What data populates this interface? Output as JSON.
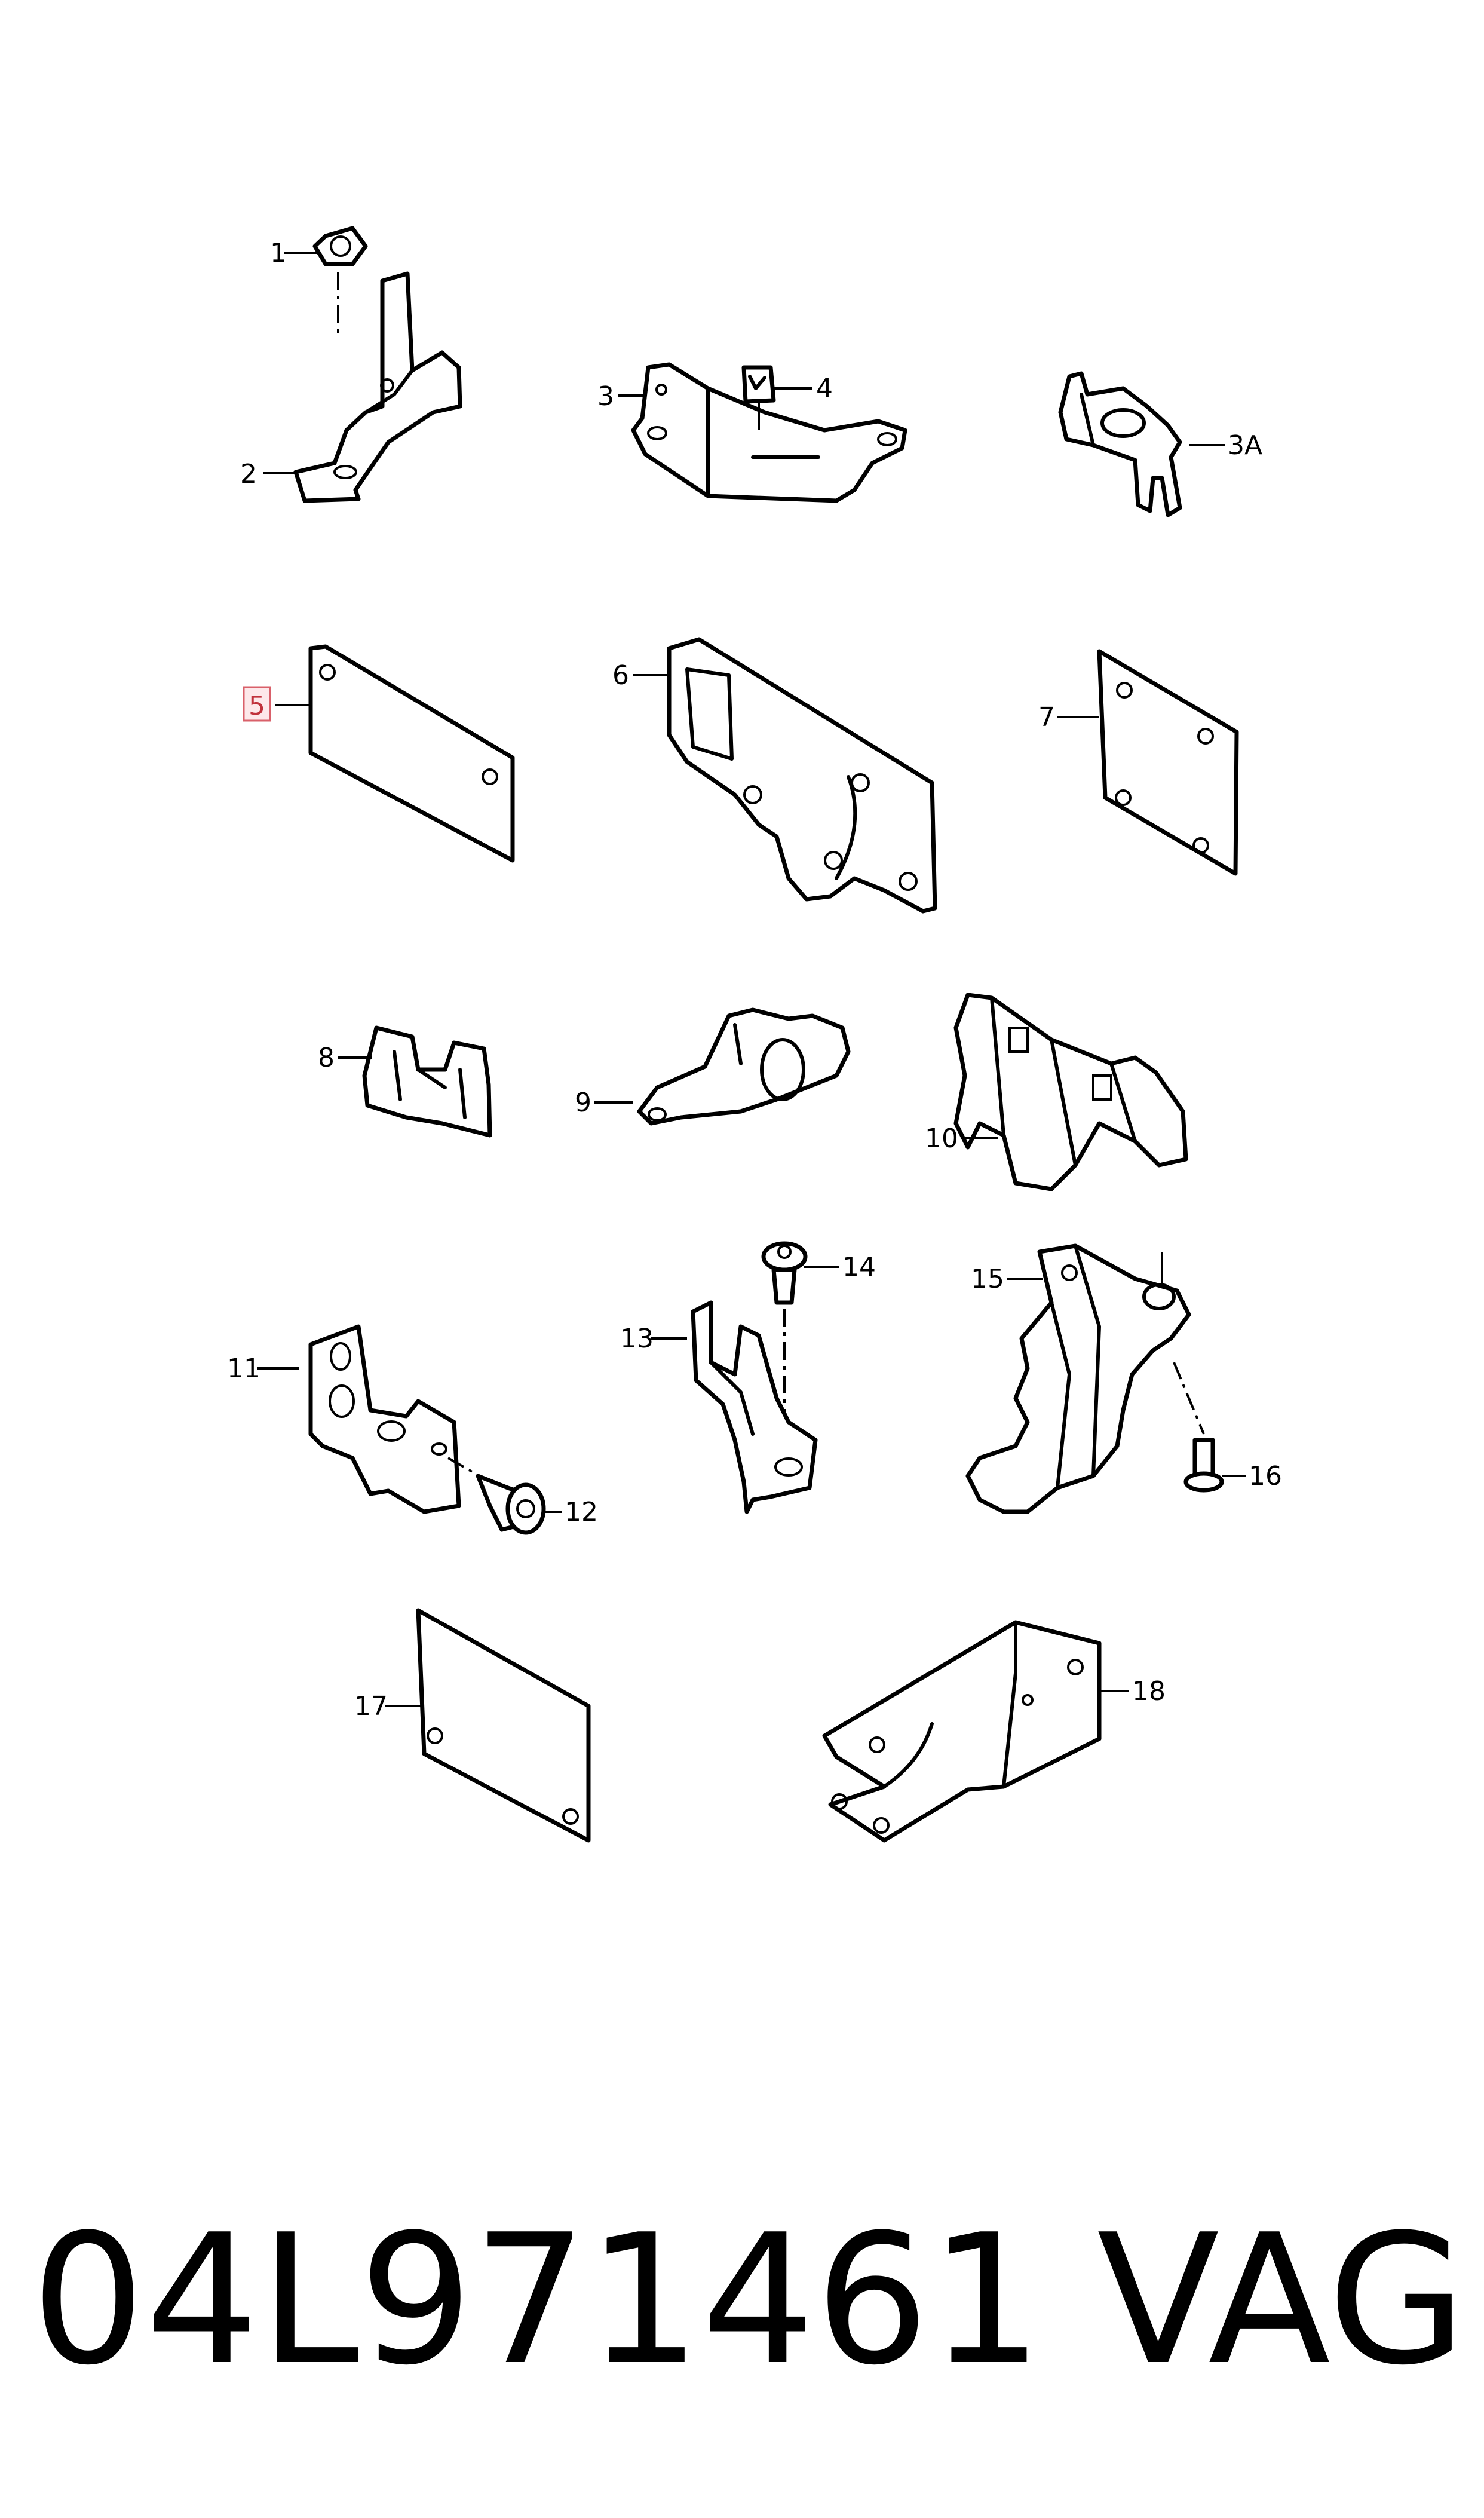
{
  "labels": {
    "l1": "1",
    "l2": "2",
    "l3": "3",
    "l3a": "3A",
    "l4": "4",
    "l5": "5",
    "l6": "6",
    "l7": "7",
    "l8": "8",
    "l9": "9",
    "l10": "10",
    "l11": "11",
    "l12": "12",
    "l13": "13",
    "l14": "14",
    "l15": "15",
    "l16": "16",
    "l17": "17",
    "l18": "18"
  },
  "highlighted_label": "5",
  "footer": {
    "part_number": "04L971461",
    "brand": "VAG"
  }
}
